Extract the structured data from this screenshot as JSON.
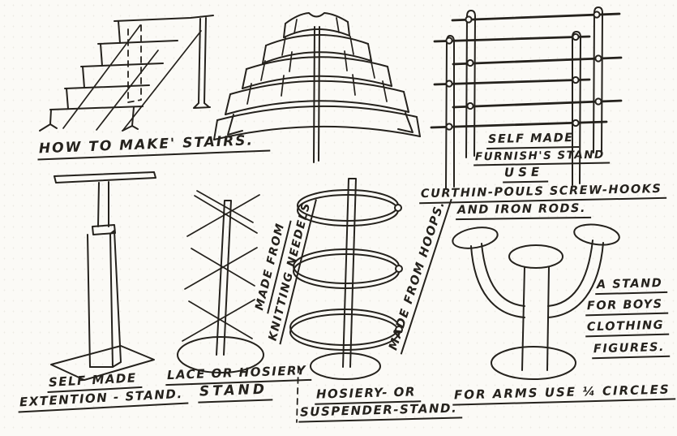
{
  "page": {
    "background": "#fbfaf6",
    "ink": "#25221d"
  },
  "sections": {
    "stairs": {
      "caption": "How to Make' Stairs."
    },
    "furnishing_stand": {
      "caption_lines": [
        "Self Made",
        "Furnish's Stand",
        "Use"
      ],
      "materials_lines": [
        "Curthin-Pouls Screw-Hooks",
        "and Iron Rods."
      ]
    },
    "extension_stand": {
      "caption_lines": [
        "Self Made",
        "Extention - Stand."
      ]
    },
    "lace_stand": {
      "caption_lines": [
        "Lace or Hosiery",
        "Stand"
      ],
      "materials_lines": [
        "Made From",
        "Knitting Needels"
      ]
    },
    "suspender_stand": {
      "caption_lines": [
        "Hosiery- or",
        "Suspender-Stand."
      ],
      "materials": "Made From Hoops."
    },
    "figures_stand": {
      "caption_lines": [
        "A Stand",
        "For Boys",
        "Clothing",
        "Figures."
      ],
      "materials": "For Arms Use ¼ Circles"
    }
  }
}
